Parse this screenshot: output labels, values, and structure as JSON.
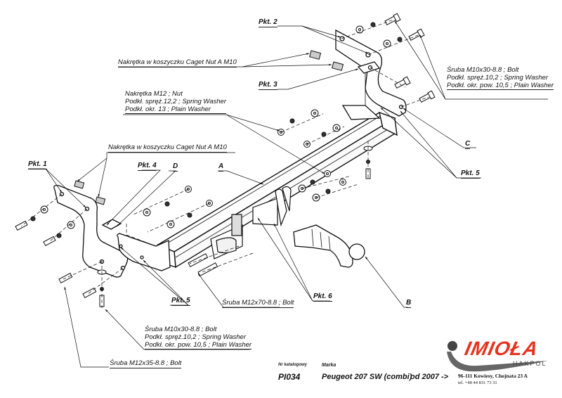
{
  "diagram": {
    "title": "Exploded assembly drawing of tow bar (hak holowniczy)",
    "parts": {
      "A": "A",
      "B": "B",
      "C": "C",
      "D": "D"
    },
    "points": {
      "pkt1": "Pkt. 1",
      "pkt2": "Pkt. 2",
      "pkt3": "Pkt. 3",
      "pkt4": "Pkt. 4",
      "pkt5_right": "Pkt. 5",
      "pkt5_left": "Pkt. 5",
      "pkt6": "Pkt. 6"
    },
    "notes": {
      "caget_top": "Nakrętka w koszyczku Caget Nut A M10",
      "caget_left": "Nakrętka w koszyczku Caget Nut A M10",
      "nut_m12": [
        "Nakrętka  M12 ; Nut",
        "Podkł. spręż.12,2 ; Spring Washer",
        "Podkł. okr. 13 ; Plain Washer"
      ],
      "bolt_m10_right": [
        "Śruba M10x30-8.8 ;  Bolt",
        "Podkł. spręż.10,2 ; Spring Washer",
        "Podkł. okr. pow. 10,5 ; Plain Washer"
      ],
      "bolt_m10_left": [
        "Śruba M10x30-8.8 ;  Bolt",
        "Podkł. spręż.10,2 ; Spring Washer",
        "Podkł. okr. pow. 10,5 ; Plain Washer"
      ],
      "bolt_m12x70": "Śruba M12x70-8.8 ;  Bolt",
      "bolt_m12x35": "Śruba M12x35-8.8 ;  Bolt"
    }
  },
  "title_block": {
    "catalog_label": "Nr katalogowy",
    "catalog_number": "PI034",
    "make_label": "Marka",
    "vehicle": "Peugeot 207 SW (combi)",
    "year": "od  2007 ->"
  },
  "brand": {
    "name": "IMIOŁA",
    "sub": "HAKPOL",
    "address": "96-111 Kowiesy, Chojnata 23 A",
    "phone": "tel. +48 44 831 73 31",
    "color_primary": "#e8321e",
    "color_secondary": "#555555"
  }
}
